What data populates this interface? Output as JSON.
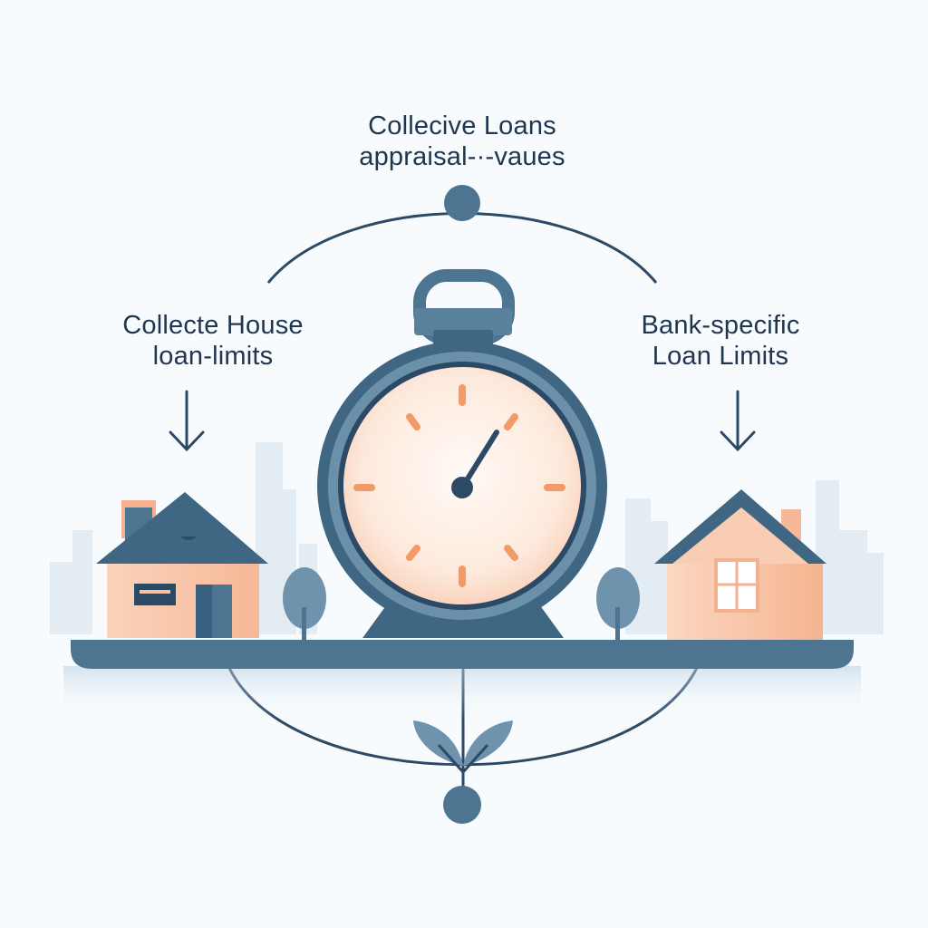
{
  "labels": {
    "top": {
      "line1": "Collecive Loans",
      "line2": "appraisal-·-vaues"
    },
    "left": {
      "line1": "Collecte House",
      "line2": "loan-limits"
    },
    "right": {
      "line1": "Bank-specific",
      "line2": "Loan Limits"
    }
  },
  "colors": {
    "navy": "#2c4a66",
    "steel": "#4d7591",
    "steel_light": "#6f93ad",
    "peach": "#f8c3a4",
    "peach_light": "#fde6d8",
    "orange_tick": "#f39a6a",
    "skyline": "#e3ebf2",
    "background": "#f7fbfd"
  },
  "icons": [
    "stopwatch-icon",
    "house-left-icon",
    "house-right-icon",
    "tree-icon",
    "sprout-icon",
    "arrow-down-icon",
    "node-dot-icon"
  ]
}
